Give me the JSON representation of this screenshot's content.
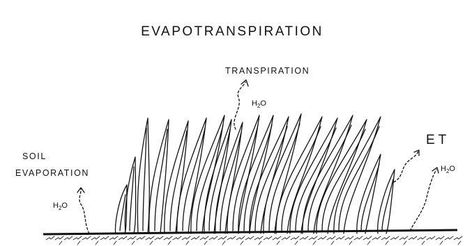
{
  "title": "EVAPOTRANSPIRATION",
  "labels": {
    "transpiration": "TRANSPIRATION",
    "soil_evaporation_line1": "SOIL",
    "soil_evaporation_line2": "EVAPORATION",
    "et": "ET"
  },
  "water": {
    "base": "H",
    "subscript": "2",
    "tail": "O"
  }
}
